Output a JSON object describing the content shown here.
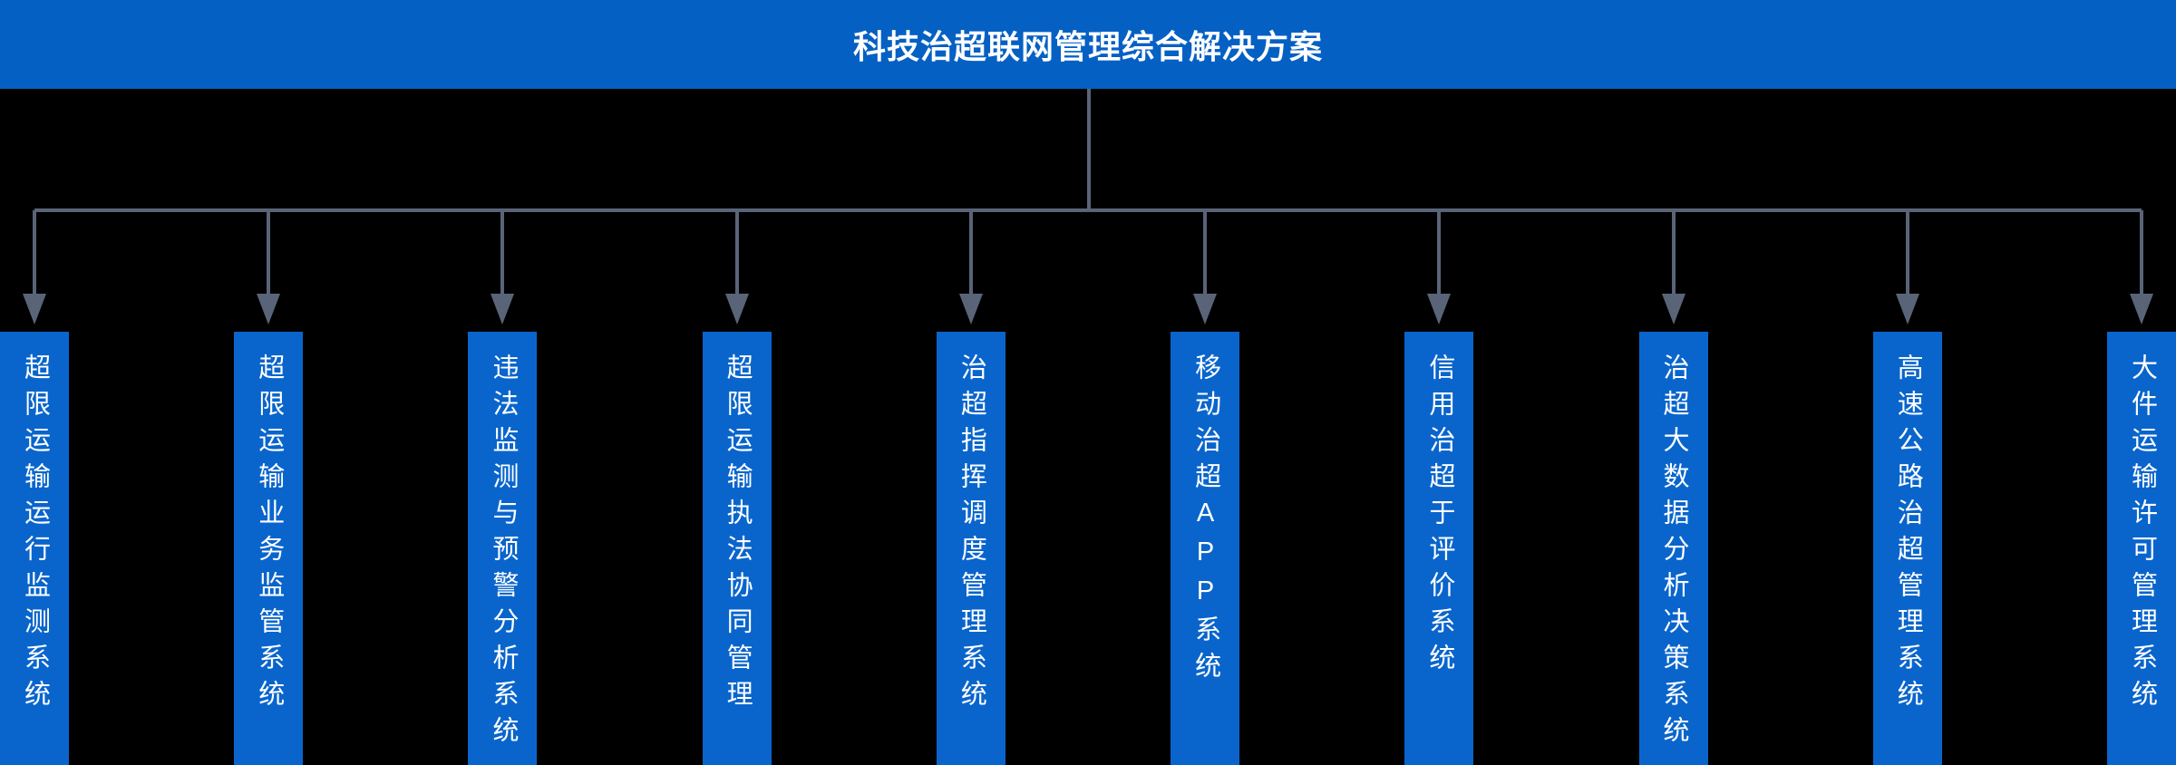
{
  "title": "科技治超联网管理综合解决方案",
  "colors": {
    "header_blue": "#0560C4",
    "node_blue": "#0965CC",
    "connector_gray": "#5A6478",
    "background": "#000000",
    "text": "#FFFFFF"
  },
  "diagram": {
    "type": "tree",
    "root": "科技治超联网管理综合解决方案",
    "children_count": 10
  },
  "systems": [
    "超限运输运行监测系统",
    "超限运输业务监管系统",
    "违法监测与预警分析系统",
    "超限运输执法协同管理",
    "治超指挥调度管理系统",
    "移动治超APP系统",
    "信用治超于评价系统",
    "治超大数据分析决策系统",
    "高速公路治超管理系统",
    "大件运输许可管理系统"
  ]
}
